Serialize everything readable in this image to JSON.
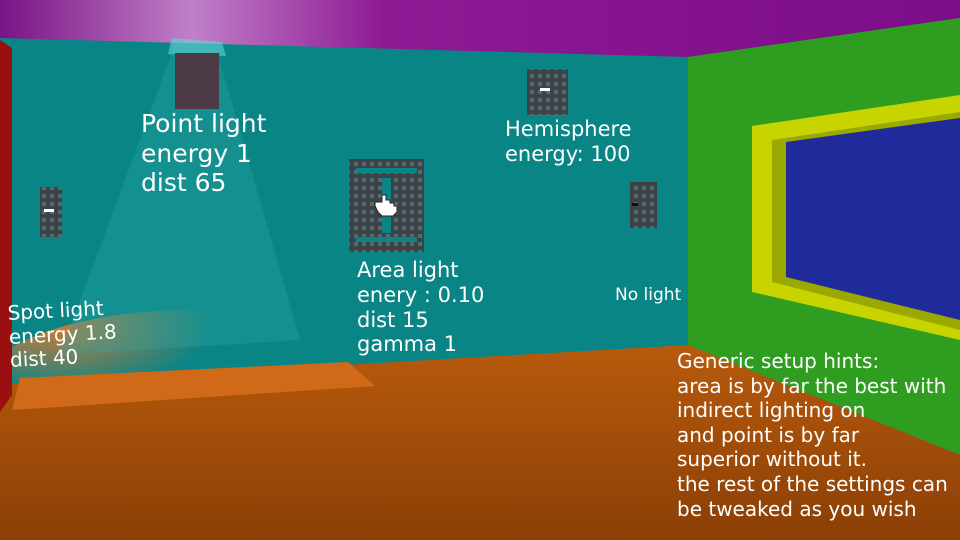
{
  "scene": {
    "colors": {
      "back_wall": "#0a8585",
      "ceiling": "#8b158f",
      "right_wall": "#2f9e20",
      "floor": "#b3520a",
      "left_wall": "#9a1010",
      "window_frame": "#c8d400",
      "window_glass": "#1f2b9a"
    },
    "lights": {
      "point": [
        "Point light",
        "energy 1",
        "dist 65"
      ],
      "hemisphere": [
        "Hemisphere",
        "energy: 100"
      ],
      "area": [
        "Area light",
        "enery : 0.10",
        "dist 15",
        "gamma 1"
      ],
      "spot": [
        "Spot light",
        "energy 1.8",
        "dist 40"
      ],
      "none": [
        "No light"
      ]
    },
    "hints": [
      "Generic setup hints:",
      "area is by far the best with",
      "indirect lighting on",
      "and point is by far",
      "superior without it.",
      "the rest of the settings can",
      "be tweaked as you wish"
    ],
    "cursor_icon": "hand-pointer-icon"
  }
}
